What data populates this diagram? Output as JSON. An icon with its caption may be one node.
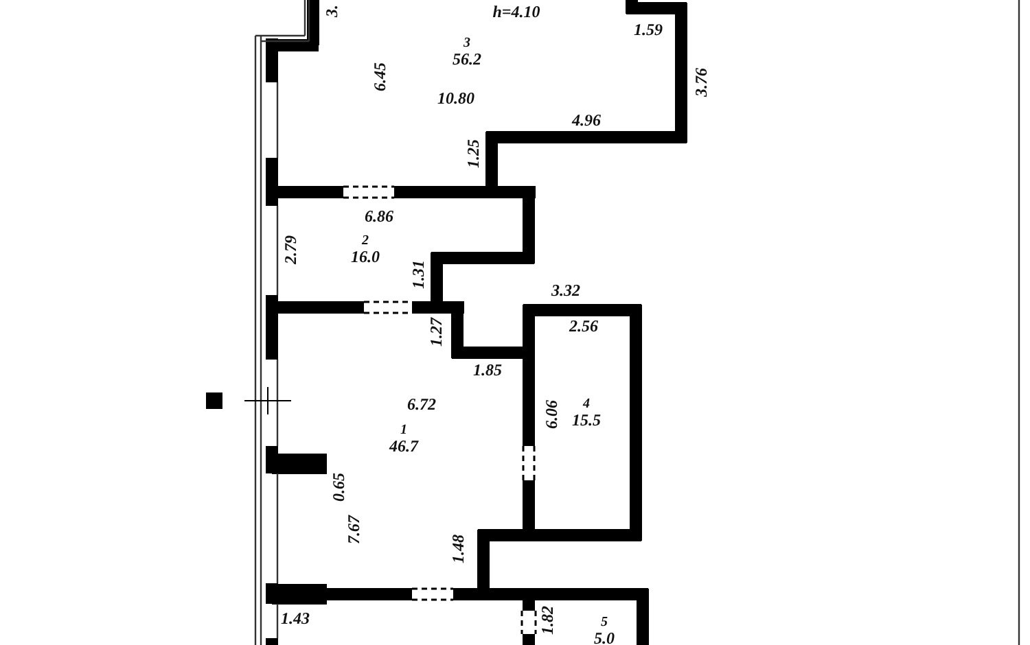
{
  "diagram": {
    "nodes": [
      {
        "text": [
          "3",
          "56.2"
        ]
      },
      {
        "text": [
          "2",
          "16.0"
        ]
      },
      {
        "text": [
          "1",
          "46.7"
        ]
      },
      {
        "text": [
          "4",
          "15.5"
        ]
      },
      {
        "text": [
          "5",
          "5.0"
        ]
      }
    ],
    "labels": [
      "3.",
      "h=4.10",
      "1.59",
      "6.45",
      "10.80",
      "3.76",
      "4.96",
      "1.25",
      "6.86",
      "2.79",
      "1.31",
      "3.32",
      "1.27",
      "2.56",
      "1.85",
      "6.72",
      "6.06",
      "0.65",
      "7.67",
      "1.48",
      "1.43",
      "1.82"
    ]
  }
}
